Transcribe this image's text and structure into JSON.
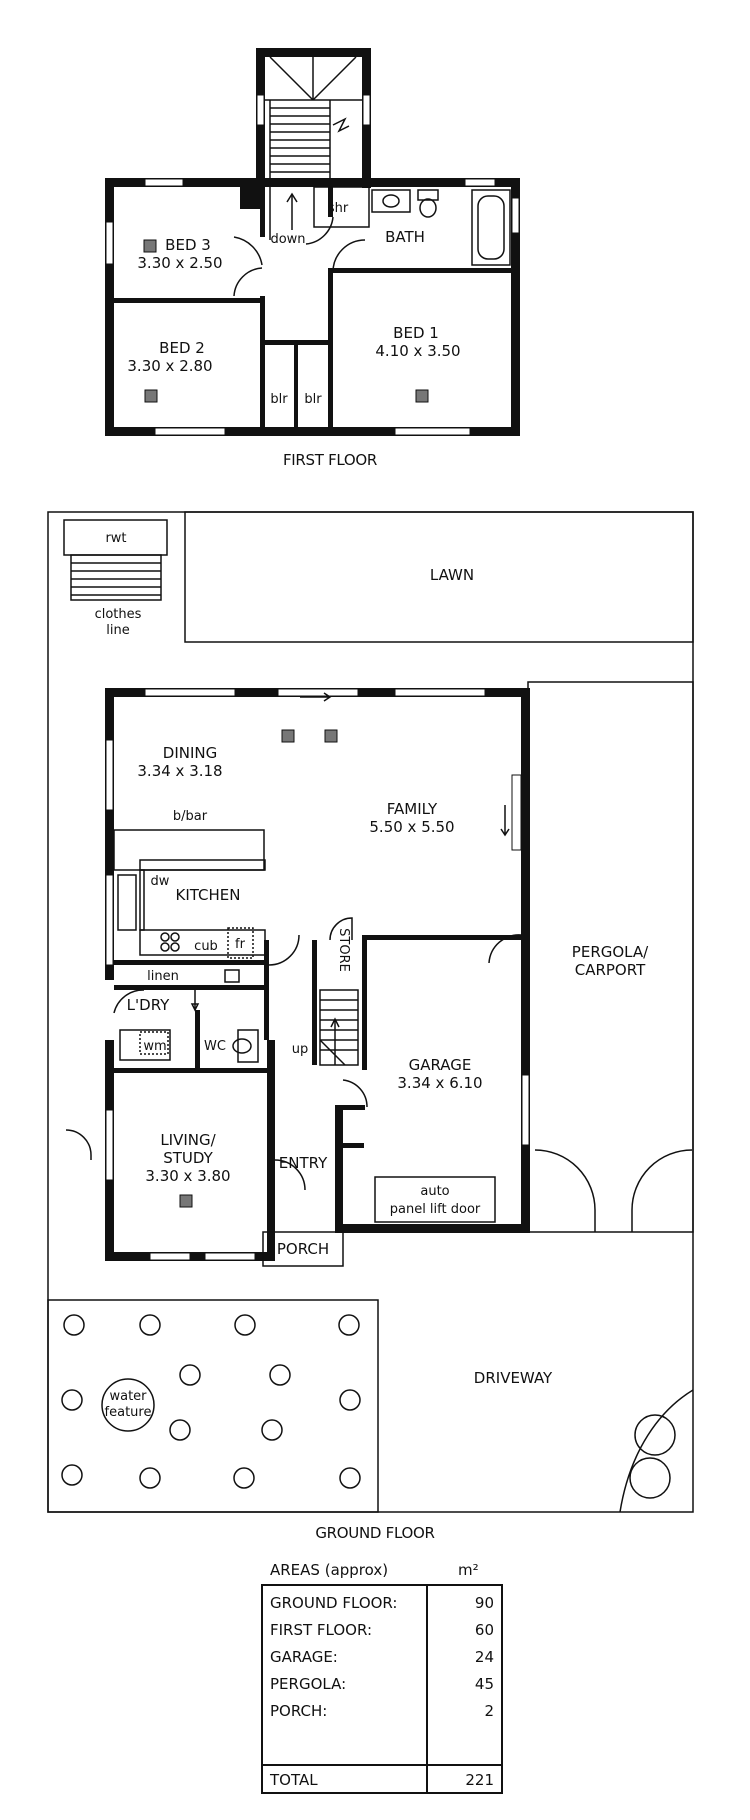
{
  "first_floor": {
    "title": "FIRST FLOOR",
    "rooms": {
      "bed3_name": "BED 3",
      "bed3_size": "3.30 x 2.50",
      "bed2_name": "BED 2",
      "bed2_size": "3.30 x 2.80",
      "bed1_name": "BED 1",
      "bed1_size": "4.10 x 3.50",
      "bath": "BATH",
      "shr": "shr",
      "down": "down",
      "blr1": "blr",
      "blr2": "blr"
    }
  },
  "ground_floor": {
    "title": "GROUND FLOOR",
    "rooms": {
      "rwt": "rwt",
      "clothes_line": [
        "clothes",
        "line"
      ],
      "lawn": "LAWN",
      "dining_name": "DINING",
      "dining_size": "3.34 x 3.18",
      "family_name": "FAMILY",
      "family_size": "5.50 x 5.50",
      "bbar": "b/bar",
      "dw": "dw",
      "kitchen": "KITCHEN",
      "cub": "cub",
      "fr": "fr",
      "linen": "linen",
      "store": "STORE",
      "pergola": [
        "PERGOLA/",
        "CARPORT"
      ],
      "ldry": "L'DRY",
      "wm": "wm",
      "wc": "WC",
      "up": "up",
      "garage_name": "GARAGE",
      "garage_size": "3.34 x 6.10",
      "living_name": [
        "LIVING/",
        "STUDY"
      ],
      "living_size": "3.30 x 3.80",
      "entry": "ENTRY",
      "auto_door": [
        "auto",
        "panel lift door"
      ],
      "porch": "PORCH",
      "driveway": "DRIVEWAY",
      "water_feature": [
        "water",
        "feature"
      ]
    }
  },
  "areas": {
    "heading": "AREAS (approx)",
    "unit": "m²",
    "rows": [
      {
        "label": "GROUND FLOOR:",
        "value": "90"
      },
      {
        "label": "FIRST FLOOR:",
        "value": "60"
      },
      {
        "label": "GARAGE:",
        "value": "24"
      },
      {
        "label": "PERGOLA:",
        "value": "45"
      },
      {
        "label": "PORCH:",
        "value": "2"
      }
    ],
    "total": {
      "label": "TOTAL",
      "value": "221"
    }
  }
}
